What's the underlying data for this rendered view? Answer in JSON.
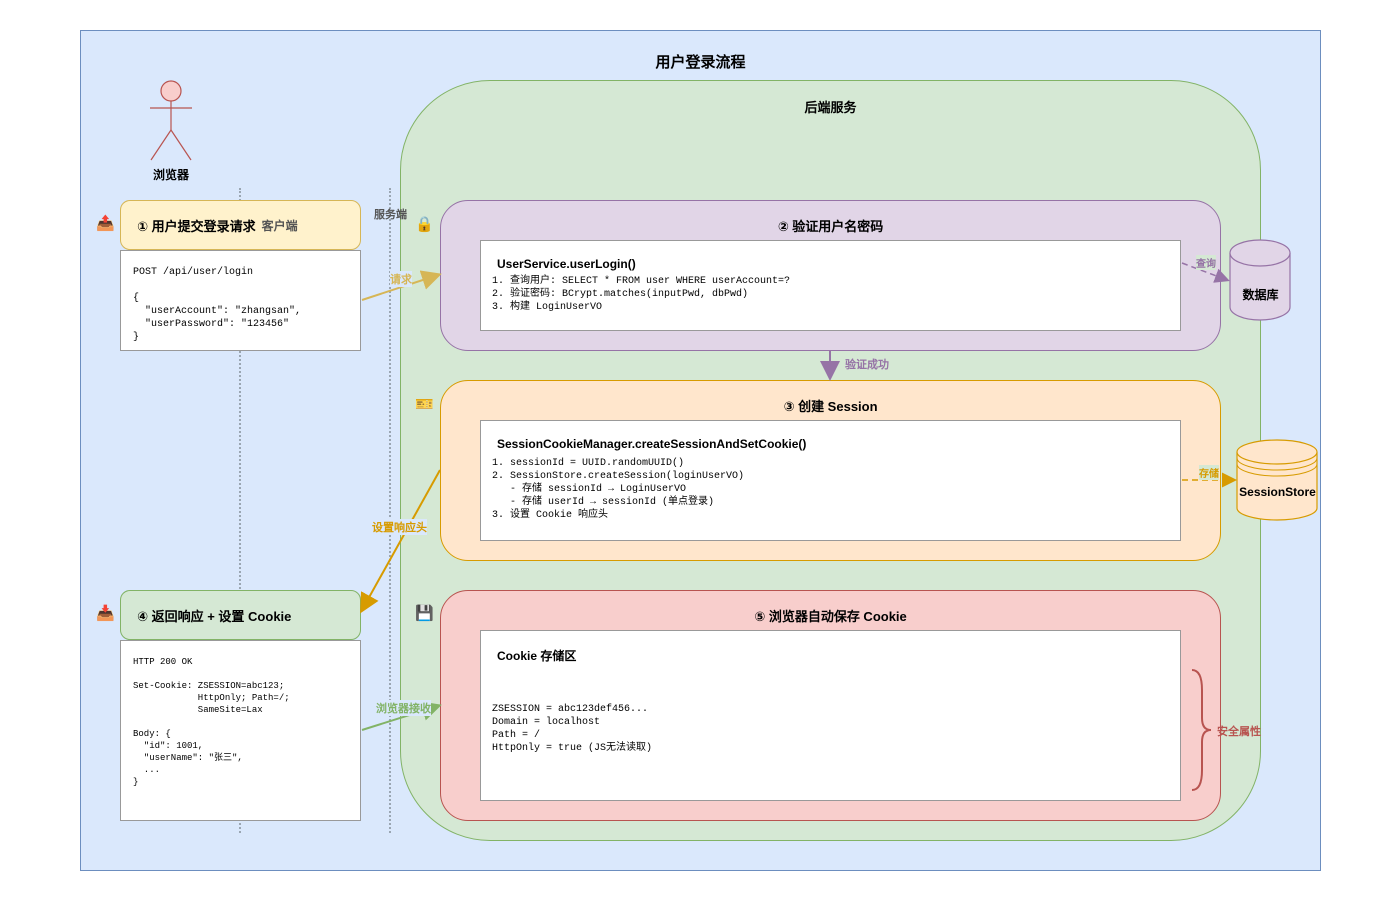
{
  "title": "用户登录流程",
  "backend": {
    "title": "后端服务"
  },
  "actor": {
    "label": "浏览器"
  },
  "regions": {
    "client": "客户端",
    "server": "服务端"
  },
  "step1": {
    "title": "① 用户提交登录请求",
    "request": "POST /api/user/login\n\n{\n  \"userAccount\": \"zhangsan\",\n  \"userPassword\": \"123456\"\n}"
  },
  "step2": {
    "title": "② 验证用户名密码",
    "method": "UserService.userLogin()",
    "code": "1. 查询用户: SELECT * FROM user WHERE userAccount=?\n2. 验证密码: BCrypt.matches(inputPwd, dbPwd)\n3. 构建 LoginUserVO"
  },
  "step3": {
    "title": "③ 创建 Session",
    "method": "SessionCookieManager.createSessionAndSetCookie()",
    "code": "1. sessionId = UUID.randomUUID()\n2. SessionStore.createSession(loginUserVO)\n   - 存储 sessionId → LoginUserVO\n   - 存储 userId → sessionId (单点登录)\n3. 设置 Cookie 响应头"
  },
  "step4": {
    "title": "④ 返回响应 + 设置 Cookie",
    "response": "HTTP 200 OK\n\nSet-Cookie: ZSESSION=abc123;\n            HttpOnly; Path=/;\n            SameSite=Lax\n\nBody: {\n  \"id\": 1001,\n  \"userName\": \"张三\",\n  ...\n}"
  },
  "step5": {
    "title": "⑤ 浏览器自动保存 Cookie",
    "store_title": "Cookie 存储区",
    "cookie": "ZSESSION = abc123def456...\nDomain = localhost\nPath = /\nHttpOnly = true (JS无法读取)",
    "security_label": "安全属性"
  },
  "database": {
    "label": "数据库"
  },
  "session_store": {
    "label": "SessionStore"
  },
  "edges": {
    "request": "请求",
    "query": "查询",
    "verify_success": "验证成功",
    "store": "存储",
    "set_header": "设置响应头",
    "browser_receive": "浏览器接收"
  },
  "icons": {
    "step1": "outbox-icon",
    "step4": "inbox-icon",
    "lock": "lock-icon",
    "ticket": "ticket-icon",
    "save": "floppy-disk-icon"
  },
  "colors": {
    "background": "#dae8fc",
    "backend": "#d5e8d4",
    "verify": "#e1d5e7",
    "session": "#ffe6cc",
    "cookie": "#f8cecc",
    "client_head": "#fff2cc",
    "response_head": "#d5e8d4",
    "database": "#e1d5e7",
    "session_store": "#ffe6cc",
    "request_arrow": "#d6b656",
    "response_arrow": "#d79b00",
    "receive_arrow": "#82b366",
    "verify_arrow": "#9673a6",
    "security_brace": "#b85450"
  }
}
